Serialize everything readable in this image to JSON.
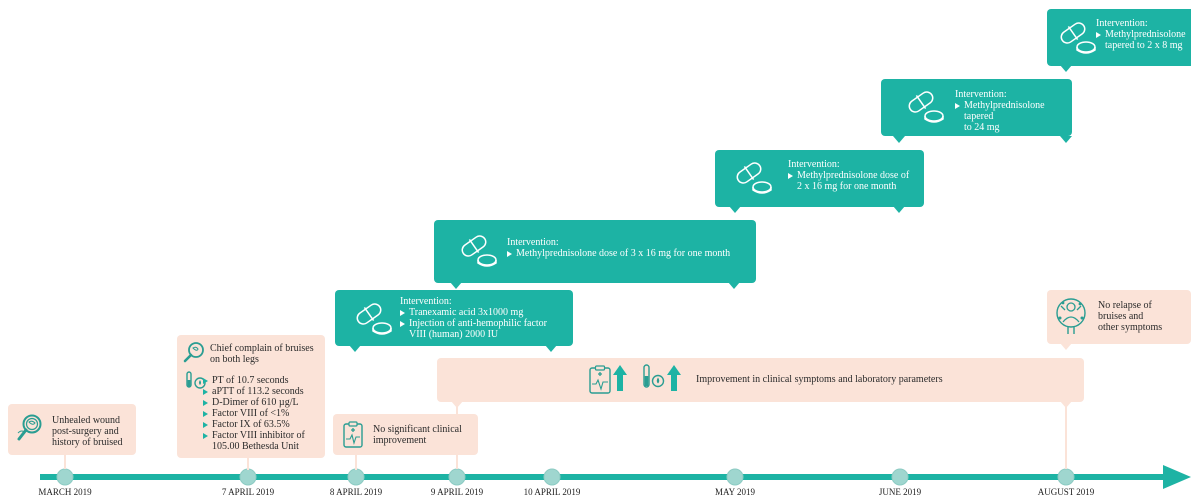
{
  "timeline": {
    "dates": [
      "MARCH 2019",
      "7 APRIL 2019",
      "8 APRIL 2019",
      "9 APRIL 2019",
      "10 APRIL 2019",
      "MAY 2019",
      "JUNE 2019",
      "AUGUST 2019"
    ]
  },
  "events": {
    "unhealed": {
      "lines": [
        "Unhealed wound",
        "post-surgery and",
        "history of bruised"
      ]
    },
    "chief": {
      "lines": [
        "Chief complain of bruises",
        "on both legs"
      ],
      "labs": [
        "PT of 10.7 seconds",
        "aPTT of 113.2 seconds",
        "D-Dimer of 610 µg/L",
        "Factor VIII of <1%",
        "Factor IX of 63.5%",
        "Factor VIII inhibitor of",
        "105.00 Bethesda Unit"
      ]
    },
    "no_improvement": {
      "lines": [
        "No significant clinical",
        "improvement"
      ]
    },
    "improvement": {
      "text": "Improvement in clinical symptoms and laboratory parameters"
    },
    "no_relapse": {
      "lines": [
        "No relapse of",
        "bruises and",
        "other symptoms"
      ]
    }
  },
  "interventions": [
    {
      "heading": "Intervention:",
      "items": [
        "Tranexamic acid 3x1000 mg",
        "Injection of anti-hemophilic factor",
        "VIII (human) 2000 IU"
      ]
    },
    {
      "heading": "Intervention:",
      "items": [
        "Methylprednisolone dose of 3 x 16 mg for one month"
      ]
    },
    {
      "heading": "Intervention:",
      "items": [
        "Methylprednisolone dose of",
        "2 x 16 mg for one month"
      ]
    },
    {
      "heading": "Intervention:",
      "items": [
        "Methylprednisolone tapered",
        "to 24 mg"
      ]
    },
    {
      "heading": "Intervention:",
      "items": [
        "Methylprednisolone",
        "tapered to 2 x 8 mg"
      ]
    }
  ],
  "icons": {
    "wound": "magnifier-wound-icon",
    "bruise": "magnifier-bruise-icon",
    "test_tube": "test-tube-icon",
    "clipboard": "clipboard-icon",
    "pills": "pills-icon",
    "up_arrow": "up-arrow-icon",
    "virus_person": "virus-person-icon"
  },
  "colors": {
    "teal": "#1db3a4",
    "peach": "#fbe3d8",
    "dot": "#9fd6cf"
  }
}
